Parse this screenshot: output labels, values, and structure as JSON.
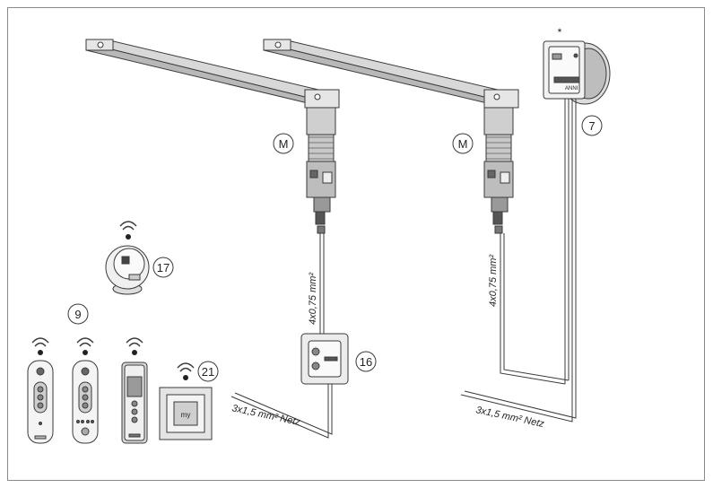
{
  "labels": {
    "motor_symbol": "M",
    "asterisk": "*",
    "n7": "7",
    "n9": "9",
    "n16": "16",
    "n17": "17",
    "n21": "21",
    "cable_4x075_a": "4x0,75 mm²",
    "cable_4x075_b": "4x0,75 mm²",
    "mains_a": "3x1,5 mm² Netz",
    "mains_b": "3x1,5 mm² Netz",
    "receiver_text": "ANNI",
    "thermostat_text": "my"
  },
  "colors": {
    "line": "#3a3a3a",
    "light_gray": "#d8d8d8",
    "mid_gray": "#9a9a9a",
    "dark_gray": "#555555"
  }
}
